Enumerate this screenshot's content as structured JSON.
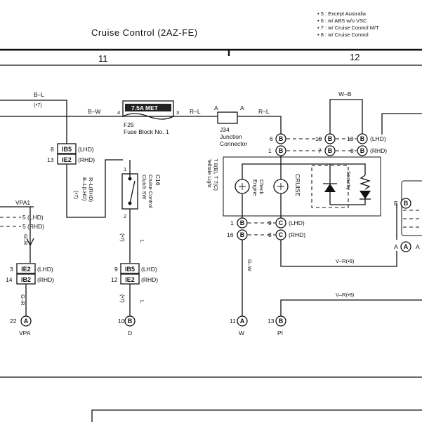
{
  "header": {
    "title": "Cruise Control (2AZ-FE)",
    "notes": [
      "• 5 : Except Australia",
      "• 6 : w/ ABS w/o VSC",
      "• 7 : w/ Cruise Control M/T",
      "• 8 : w/ Cruise Control"
    ],
    "section_left": "11",
    "section_right": "12"
  },
  "wires": {
    "b_l": "B–L",
    "b_l_note": "(•7)",
    "b_w": "B–W",
    "r_l_1": "R–L",
    "r_l_2": "R–L",
    "w_b": "W–B",
    "g_r_1": "G–R",
    "g_r_2": "G–R",
    "bl_rl": "B–L(LHD)",
    "bl_rl_2": "R–L(RHD)",
    "note_7a": "(•7)",
    "note_7b": "(•7)",
    "note_7c": "(•7)",
    "l_1": "L",
    "l_2": "L",
    "g_w": "G–W",
    "v_r_1": "V–R(•8)",
    "v_r_2": "V–R(•8)"
  },
  "fuse": {
    "label": "7.5A MET",
    "code": "F25",
    "name": "Fuse Block No. 1",
    "pin_left": "4",
    "pin_right": "3"
  },
  "junction": {
    "code": "J34",
    "name_1": "Junction",
    "name_2": "Connector",
    "pin_a1": "A",
    "pin_a2": "A"
  },
  "connectors": {
    "ib5_top": "IB5",
    "ie2_top": "IE2",
    "ib5_top_pin": "8",
    "ie2_top_pin": "13",
    "lhd": "(LHD)",
    "rhd": "(RHD)",
    "ie2_mid": "IE2",
    "ib2_mid": "IB2",
    "ie2_mid_pin": "3",
    "ib2_mid_pin": "14",
    "ib5_c16": "IB5",
    "ie2_c16": "IE2",
    "ib5_c16_pin": "9",
    "ie2_c16_pin": "12"
  },
  "clutch": {
    "code": "C16",
    "name_1": "Cruise Control",
    "name_2": "Clutch SW",
    "pin_top": "1",
    "pin_bottom": "2"
  },
  "meter": {
    "label_1": "T 8(B), T 7(C)",
    "label_2": "Telltale Light",
    "check_engine_1": "Check",
    "check_engine_2": "Engine",
    "cruise": "CRUISE",
    "security": "Security",
    "pins": {
      "b6": "6",
      "b1": "1",
      "b10": "10",
      "b7": "7",
      "b13": "13",
      "b8": "8",
      "b1_bot": "1",
      "b16": "16",
      "c9": "9",
      "c8": "8"
    },
    "B": "B",
    "C": "C"
  },
  "left": {
    "vpa1": "VPA1",
    "pin5a": "5",
    "pin5b": "5",
    "pin22": "22",
    "vpa": "VPA"
  },
  "bottom": {
    "pin10": "10",
    "d": "D",
    "pin11": "11",
    "w": "W",
    "pin13": "13",
    "pi": "PI",
    "A": "A",
    "B": "B"
  },
  "right": {
    "E": "E",
    "B": "B",
    "A1": "A",
    "A2": "A"
  }
}
